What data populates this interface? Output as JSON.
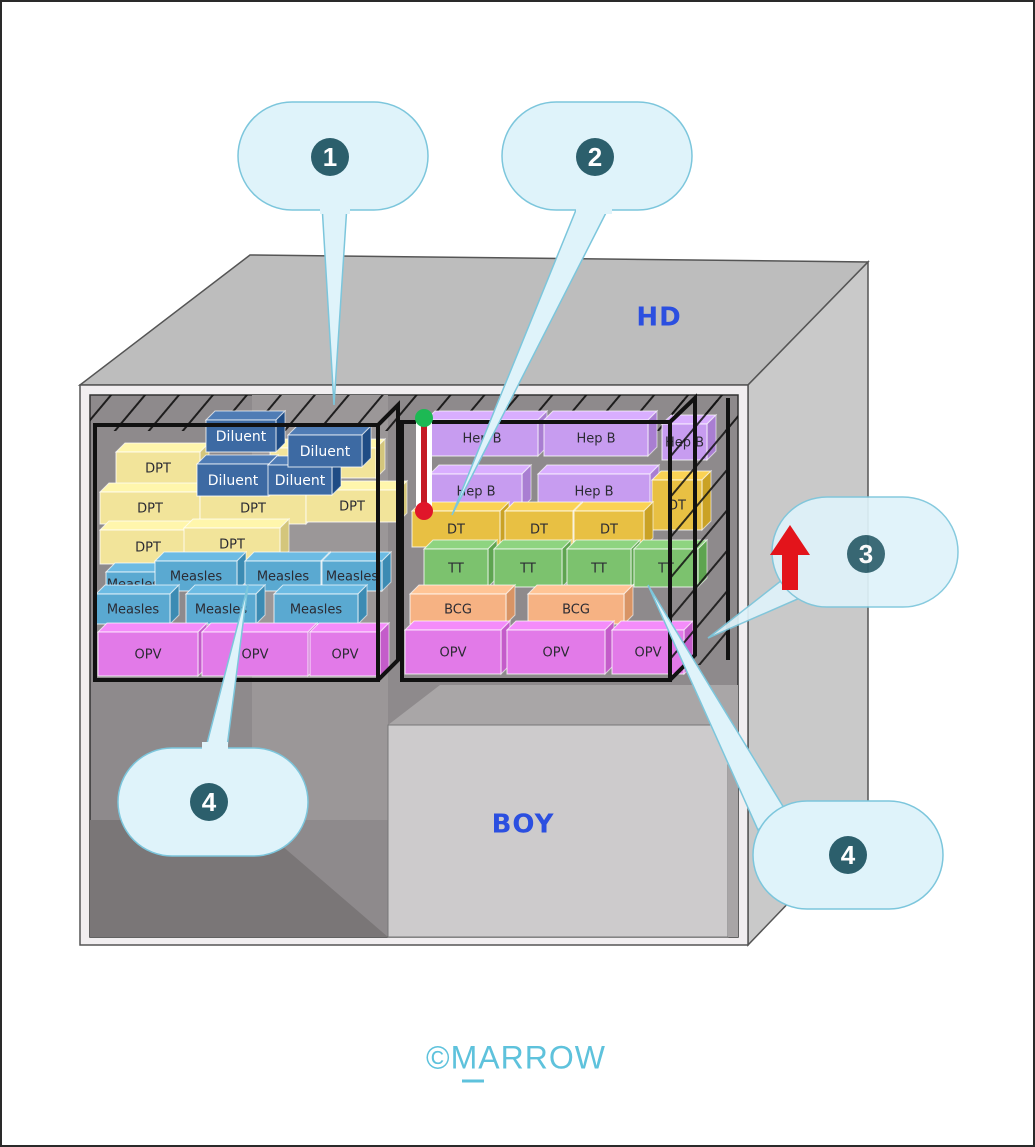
{
  "diagram": {
    "title": "Ice-lined refrigerator vaccine storage",
    "labels": {
      "top_handwritten": "HD",
      "bottom_handwritten": "BOY"
    },
    "watermark": "©MARROW",
    "colors": {
      "callout_fill": "#dff3fa",
      "callout_stroke": "#7cc6dc",
      "badge": "#2c5f6c",
      "fridge_top": "#bdbdbd",
      "fridge_side": "#c9c9c9",
      "interior": "#8e8a8c",
      "handwriting": "#2b4fe0",
      "arrow": "#e3141b",
      "thermo_top": "#1db954",
      "thermo_bottom": "#e0162a"
    },
    "left_basket": {
      "rows": [
        {
          "vaccine": "Diluent",
          "boxes": [
            "Diluent",
            "Diluent",
            "Diluent",
            "Diluent"
          ],
          "color": "#3d6aa3"
        },
        {
          "vaccine": "DPT",
          "boxes": [
            "DPT",
            "DPT",
            "DPT",
            "DPT",
            "DPT",
            "DPT",
            "DPT"
          ],
          "color": "#f2e49a"
        },
        {
          "vaccine": "Measles",
          "boxes": [
            "Measles",
            "Measles",
            "Measles",
            "Measles",
            "Measles",
            "Measles",
            "Measles"
          ],
          "color": "#5aa9d1"
        },
        {
          "vaccine": "OPV",
          "boxes": [
            "OPV",
            "OPV",
            "OPV"
          ],
          "color": "#e27ae8"
        }
      ]
    },
    "right_basket": {
      "rows": [
        {
          "vaccine": "Hep B",
          "boxes": [
            "Hep B",
            "Hep B",
            "Hep B",
            "Hep B",
            "Hep B"
          ],
          "color": "#c79cf0"
        },
        {
          "vaccine": "DT",
          "boxes": [
            "DT",
            "DT",
            "DT",
            "DT"
          ],
          "color": "#e8c043"
        },
        {
          "vaccine": "TT",
          "boxes": [
            "TT",
            "TT",
            "TT",
            "TT"
          ],
          "color": "#7cc26e"
        },
        {
          "vaccine": "BCG",
          "boxes": [
            "BCG",
            "BCG"
          ],
          "color": "#f6b283"
        },
        {
          "vaccine": "OPV",
          "boxes": [
            "OPV",
            "OPV",
            "OPV"
          ],
          "color": "#e27ae8"
        }
      ]
    },
    "callouts": [
      {
        "number": "1",
        "target": "Diluent"
      },
      {
        "number": "2",
        "target": "Thermometer / DT"
      },
      {
        "number": "3",
        "target": "Basket side (arrow up)"
      },
      {
        "number": "4",
        "target": "Measles"
      },
      {
        "number": "4",
        "target": "TT"
      }
    ]
  }
}
